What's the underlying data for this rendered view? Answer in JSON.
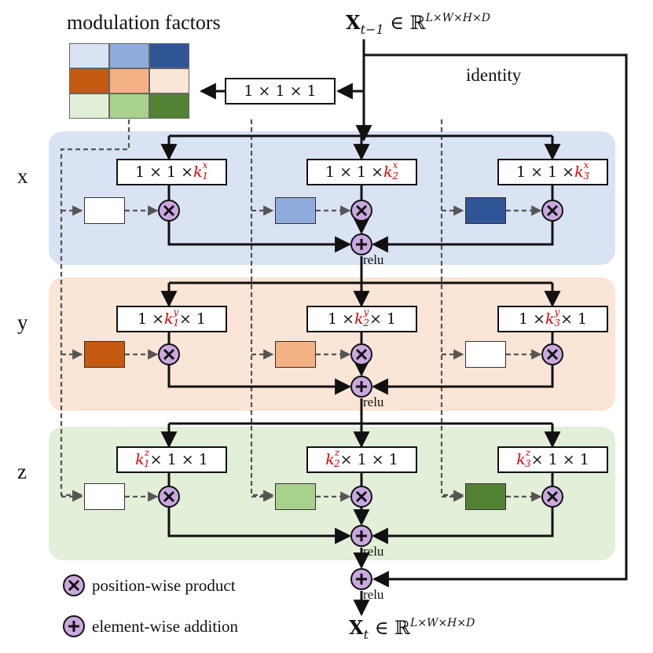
{
  "labels": {
    "modulation_title": "modulation factors",
    "identity": "identity",
    "input_base": "X",
    "input_sub": "t−1",
    "output_base": "X",
    "output_sub": "t",
    "space": "∈ ℝ",
    "space_sup": "L×W×H×D",
    "relu": "relu",
    "pointwise_box": "1 × 1 × 1",
    "legend_product": "position-wise product",
    "legend_addition": "element-wise addition"
  },
  "axes": [
    {
      "name": "x",
      "label": "x",
      "band_color": "#dae3f3",
      "kernels": [
        {
          "pre": "1 × 1 × ",
          "k": "k",
          "sup": "x",
          "sub": "1",
          "post": ""
        },
        {
          "pre": "1 × 1 × ",
          "k": "k",
          "sup": "x",
          "sub": "2",
          "post": ""
        },
        {
          "pre": "1 × 1 × ",
          "k": "k",
          "sup": "x",
          "sub": "3",
          "post": ""
        }
      ],
      "factor_colors": [
        "#ffffff",
        "#8faadc",
        "#2f5597"
      ]
    },
    {
      "name": "y",
      "label": "y",
      "band_color": "#fbe5d6",
      "kernels": [
        {
          "pre": "1 × ",
          "k": "k",
          "sup": "y",
          "sub": "1",
          "post": " × 1"
        },
        {
          "pre": "1 × ",
          "k": "k",
          "sup": "y",
          "sub": "2",
          "post": " × 1"
        },
        {
          "pre": "1 × ",
          "k": "k",
          "sup": "y",
          "sub": "3",
          "post": " × 1"
        }
      ],
      "factor_colors": [
        "#c55a11",
        "#f4b183",
        "#ffffff"
      ]
    },
    {
      "name": "z",
      "label": "z",
      "band_color": "#e2efd9",
      "kernels": [
        {
          "pre": "",
          "k": "k",
          "sup": "z",
          "sub": "1",
          "post": " × 1 × 1"
        },
        {
          "pre": "",
          "k": "k",
          "sup": "z",
          "sub": "2",
          "post": " × 1 × 1"
        },
        {
          "pre": "",
          "k": "k",
          "sup": "z",
          "sub": "3",
          "post": " × 1 × 1"
        }
      ],
      "factor_colors": [
        "#ffffff",
        "#a9d18e",
        "#548235"
      ]
    }
  ],
  "modulation_grid": [
    [
      "#dae3f3",
      "#8faadc",
      "#2f5597"
    ],
    [
      "#c55a11",
      "#f4b183",
      "#fbe5d6"
    ],
    [
      "#e2efd9",
      "#a9d18e",
      "#548235"
    ]
  ],
  "op_icons": {
    "product": "circle-times-icon",
    "addition": "circle-plus-icon",
    "op_fill": "#c9a8e0"
  }
}
